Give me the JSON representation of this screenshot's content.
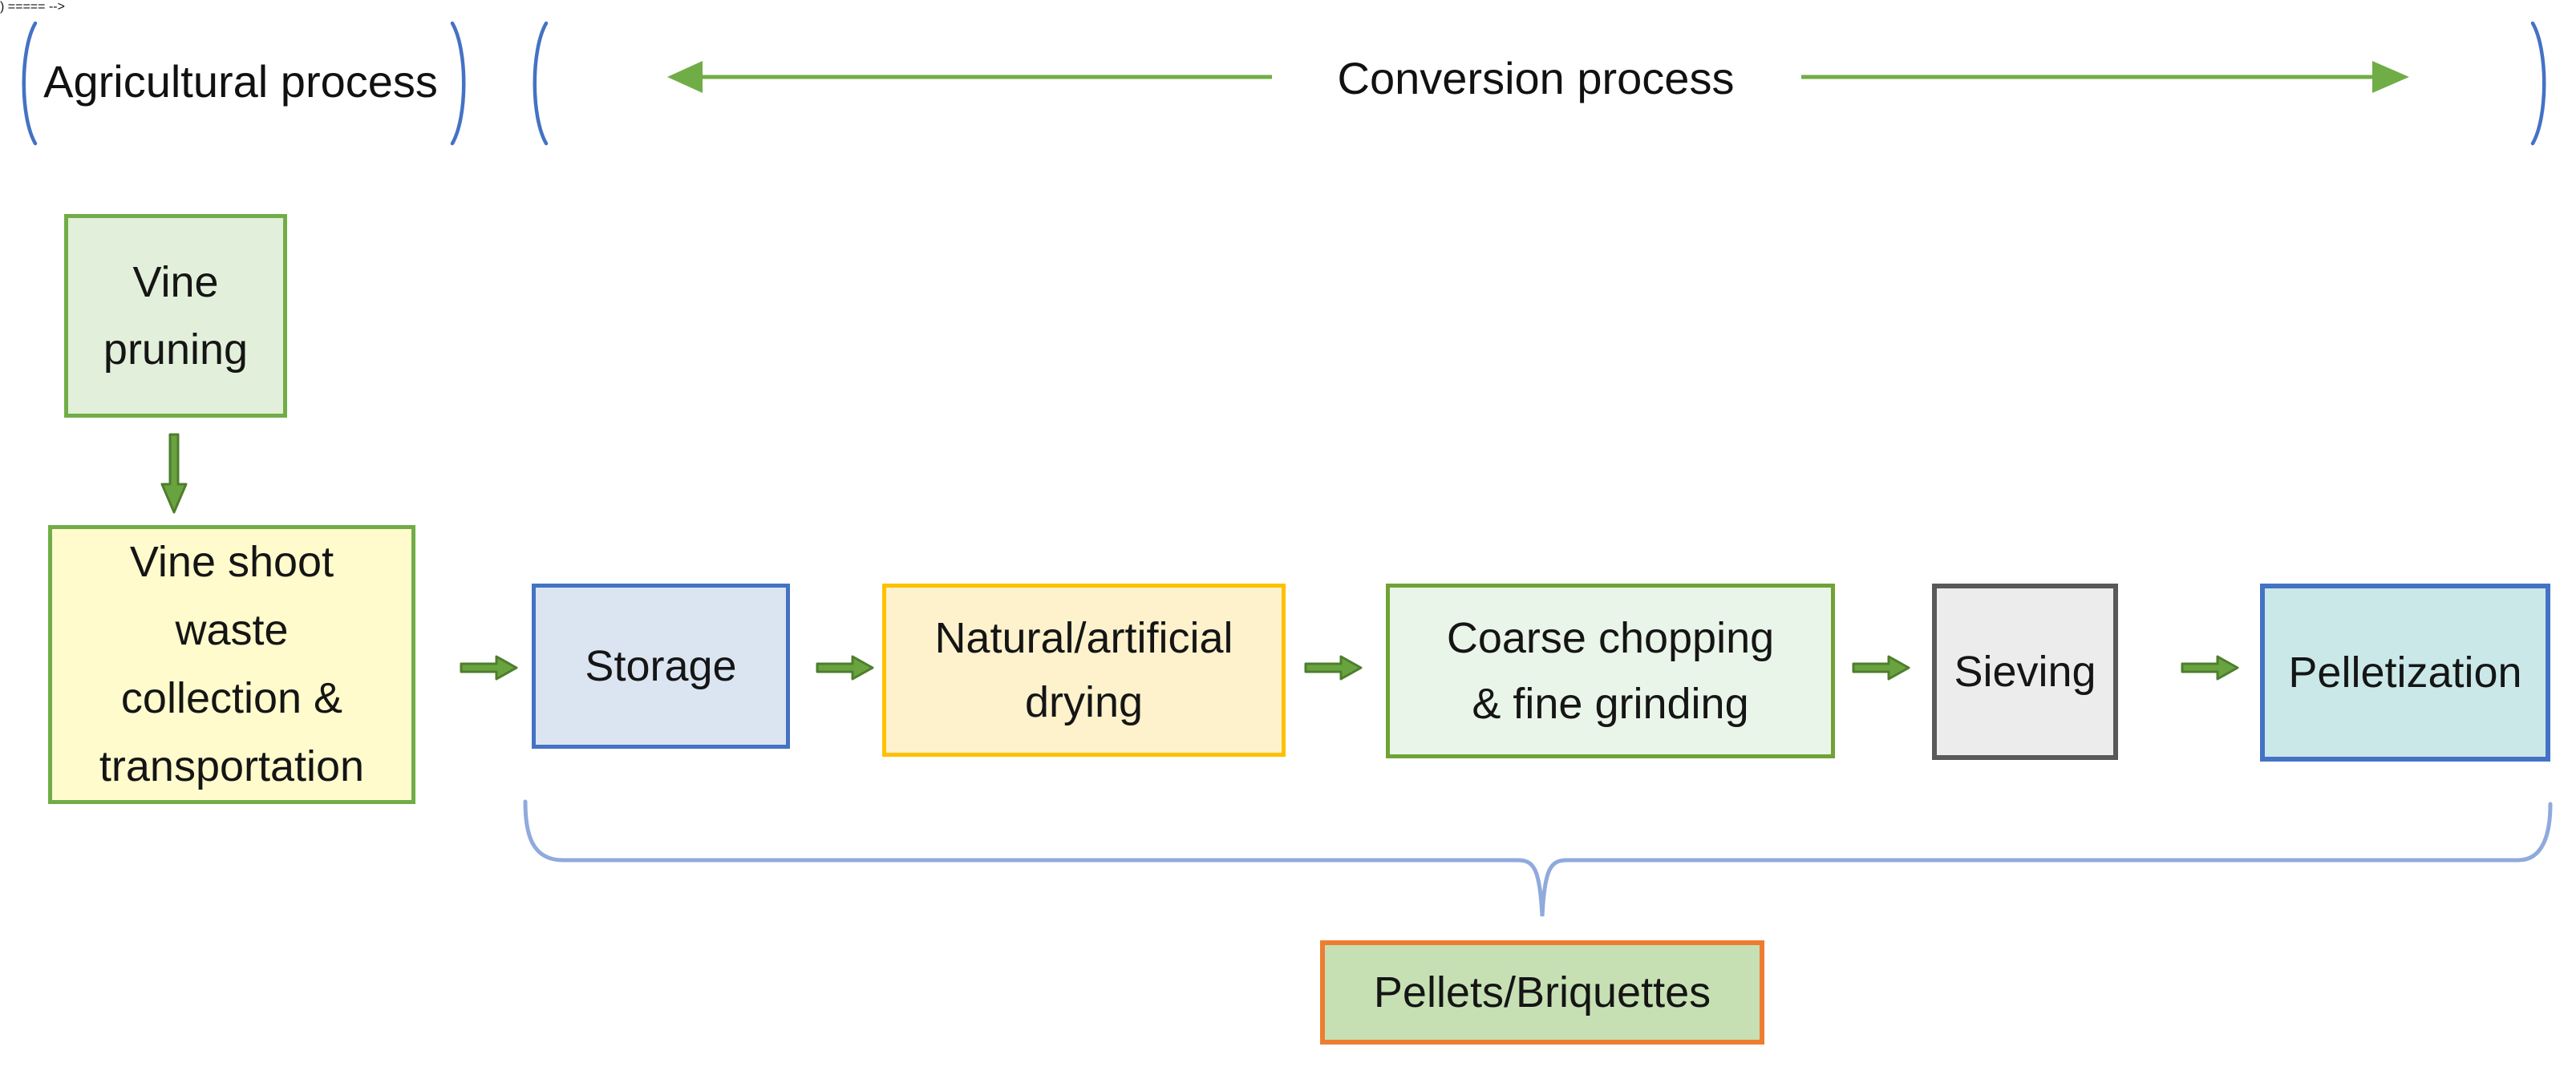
{
  "header": {
    "agricultural_label": "Agricultural process",
    "conversion_label": "Conversion process"
  },
  "boxes": {
    "vine_pruning": {
      "lines": [
        "Vine",
        "pruning"
      ]
    },
    "vine_shoot": {
      "lines": [
        "Vine shoot",
        "waste",
        "collection &",
        "transportation"
      ]
    },
    "storage": {
      "label": "Storage"
    },
    "drying": {
      "lines": [
        "Natural/artificial",
        "drying"
      ]
    },
    "coarse_chopping": {
      "lines": [
        "Coarse chopping",
        "& fine grinding"
      ]
    },
    "sieving": {
      "label": "Sieving"
    },
    "pelletization": {
      "label": "Pelletization"
    },
    "output": {
      "label": "Pellets/Briquettes"
    }
  },
  "colors": {
    "green_border": "#70ad47",
    "olive_border": "#6fa336",
    "blue_border": "#4472c4",
    "gold_border": "#ffc000",
    "gray_border": "#595959",
    "orange_border": "#ed7d31",
    "arrow_green_fill": "#69a33f",
    "arrow_green_stroke": "#4e7e2d",
    "span_arrow_green": "#70ad47",
    "brace_blue": "#8faadc",
    "fill_light_green": "#e2efda",
    "fill_pale_yellow": "#fffbcc",
    "fill_light_blue": "#dbe5f1",
    "fill_cream": "#fdf2cc",
    "fill_mint": "#eaf5e9",
    "fill_gray": "#ececec",
    "fill_cyan": "#cbe8e9",
    "fill_green": "#c6e0b4"
  }
}
